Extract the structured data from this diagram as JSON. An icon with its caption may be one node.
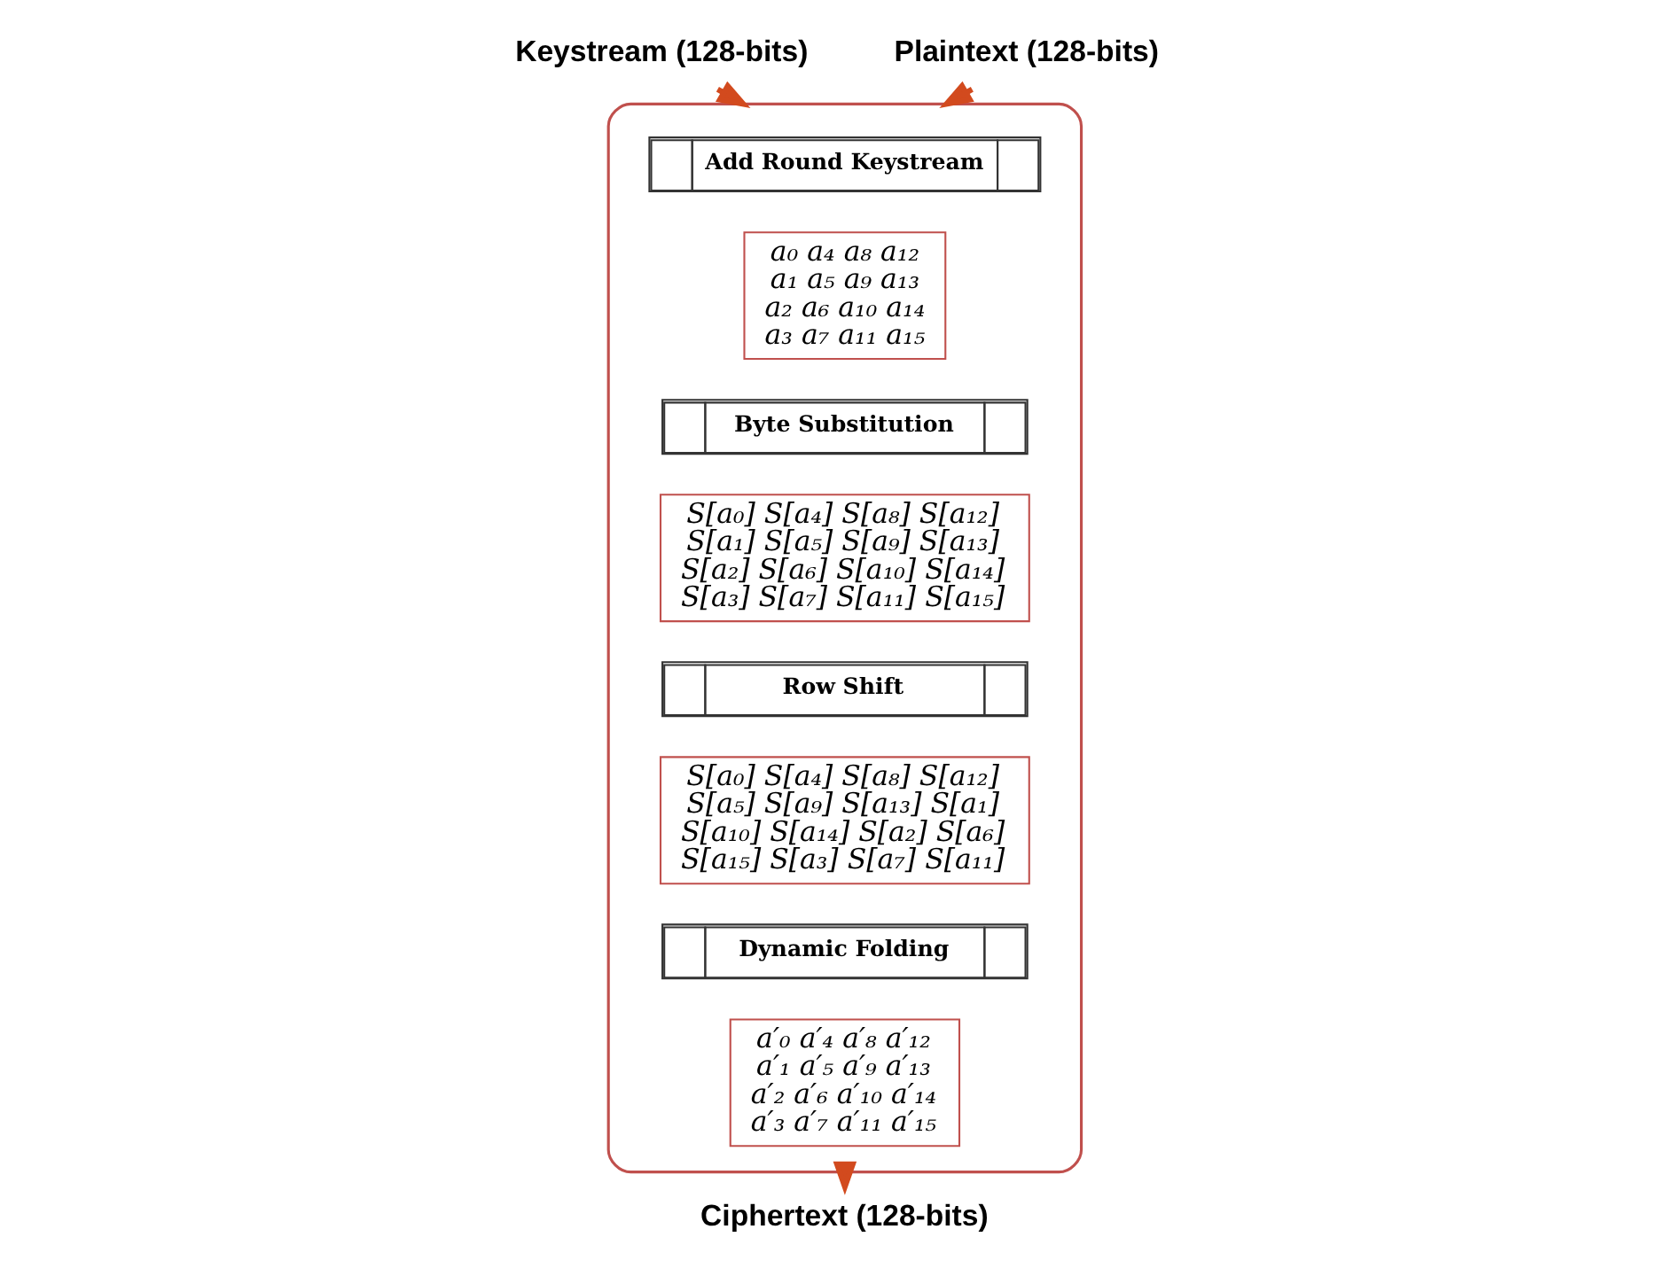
{
  "diagram": {
    "nodes": [
      {
        "text": [
          "Keystream (128-bits)"
        ]
      },
      {
        "text": [
          "Plaintext (128-bits)"
        ]
      },
      {
        "text": [],
        "shape": "cylinder"
      },
      {
        "text": [
          "Add Round Keystream"
        ],
        "in": 2
      },
      {
        "text": [
          "a₀ a₄ a₈ a₁₂",
          "a₁ a₅ a₉ a₁₃",
          "a₂ a₆ a₁₀ a₁₄",
          "a₃ a₇ a₁₁ a₁₅"
        ],
        "in": 2
      },
      {
        "text": [
          "Byte Substitution"
        ],
        "in": 2
      },
      {
        "text": [
          "S[a₀] S[a₄] S[a₈] S[a₁₂]",
          "S[a₁] S[a₅] S[a₉] S[a₁₃]",
          "S[a₂] S[a₆] S[a₁₀] S[a₁₄]",
          "S[a₃] S[a₇] S[a₁₁] S[a₁₅]"
        ],
        "in": 2
      },
      {
        "text": [
          "Row Shift"
        ],
        "in": 2
      },
      {
        "text": [
          "S[a₀] S[a₄] S[a₈] S[a₁₂]",
          "S[a₅] S[a₉] S[a₁₃] S[a₁]",
          "S[a₁₀] S[a₁₄] S[a₂] S[a₆]",
          "S[a₁₅] S[a₃] S[a₇] S[a₁₁]"
        ],
        "in": 2
      },
      {
        "text": [
          "Dynamic Folding"
        ],
        "in": 2
      },
      {
        "text": [
          "a′₀ a′₄ a′₈ a′₁₂",
          "a′₁ a′₅ a′₉ a′₁₃",
          "a′₂ a′₆ a′₁₀ a′₁₄",
          "a′₃ a′₇ a′₁₁ a′₁₅"
        ],
        "in": 2
      },
      {
        "text": [
          "Ciphertext (128-bits)"
        ]
      }
    ],
    "edges": [
      {
        "from": 0,
        "to": 2,
        "arrow": "to"
      },
      {
        "from": 1,
        "to": 2,
        "arrow": "to"
      },
      {
        "from": 2,
        "to": 11,
        "arrow": "to"
      }
    ]
  }
}
